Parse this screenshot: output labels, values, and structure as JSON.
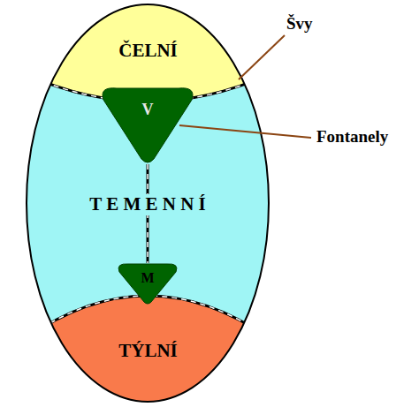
{
  "diagram": {
    "nodes": [
      {
        "text": [
          "ČELNÍ"
        ]
      },
      {
        "text": [
          "V"
        ]
      },
      {
        "text": [
          "T E M E N N Í"
        ]
      },
      {
        "text": [
          "M"
        ]
      },
      {
        "text": [
          "TÝLNÍ"
        ]
      }
    ],
    "edges": [
      {
        "from": 1,
        "to": 3,
        "arrow": "none"
      }
    ],
    "labels": [
      "Švy",
      "Fontanely"
    ]
  }
}
